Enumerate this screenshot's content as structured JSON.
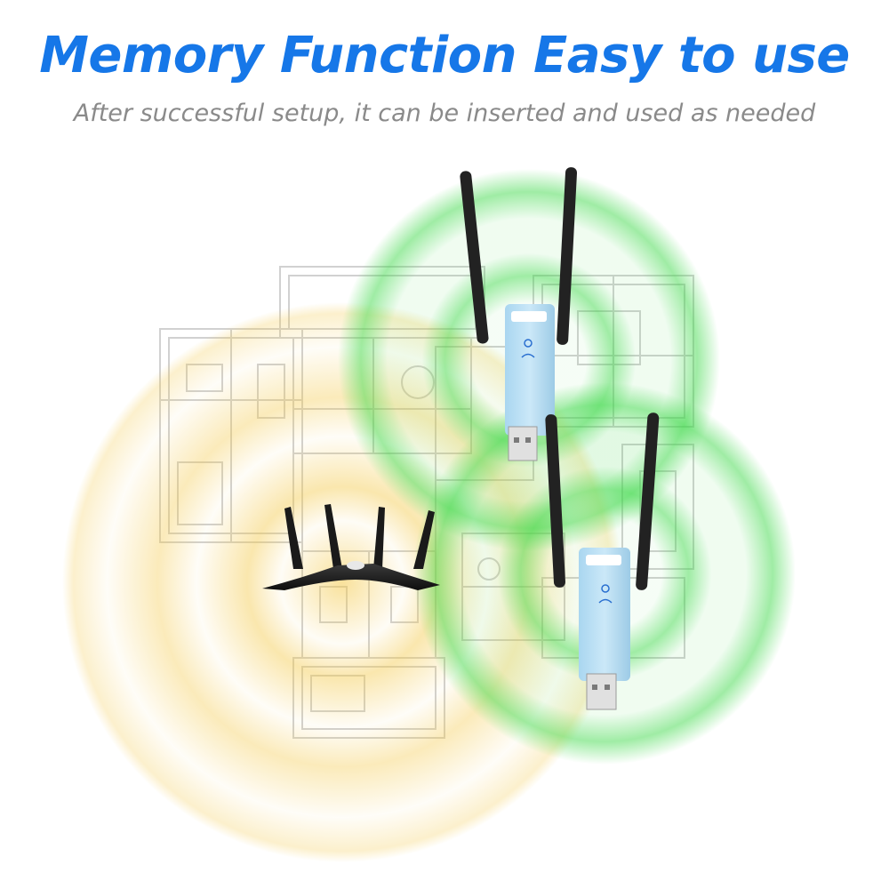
{
  "header": {
    "title": "Memory Function Easy to use",
    "subtitle": "After successful setup, it can be inserted and used as needed"
  },
  "colors": {
    "title": "#1677e8",
    "subtitle": "#8a8a8a",
    "router_signal": "#f4c94a",
    "extender_signal": "#3fd94a",
    "extender_body": "#bfe1f4",
    "antenna": "#222222"
  },
  "icons": {
    "floor_plan": "floor-plan-illustration",
    "router": "router-device",
    "extender": "usb-wifi-extender",
    "power": "power-icon",
    "wifi": "wifi-icon"
  }
}
